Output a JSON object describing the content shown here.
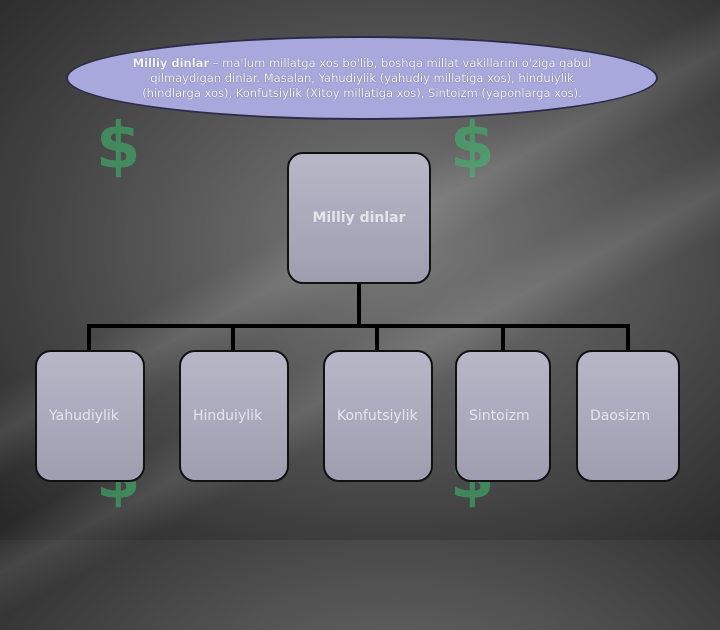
{
  "header": {
    "term": "Milliy dinlar",
    "definition": " – ma'lum millatga xos bo'lib, boshqa millat vakillarini o'ziga qabul qilmaydigan dinlar. Masalan, Yahudiylik (yahudiy millatiga xos), hinduiylik (hindlarga xos), Konfutsiylik (Xitoy millatiga xos), Sintoizm (yaponlarga xos)."
  },
  "diagram": {
    "root": "Milliy dinlar",
    "children": [
      "Yahudiylik",
      "Hinduiylik",
      "Konfutsiylik",
      "Sintoizm",
      "Daosizm"
    ]
  },
  "colors": {
    "ellipse_fill": "#a8a8dc",
    "box_fill": "#aaa9bc",
    "connector": "#000000",
    "watermark": "#3cbe6e"
  }
}
